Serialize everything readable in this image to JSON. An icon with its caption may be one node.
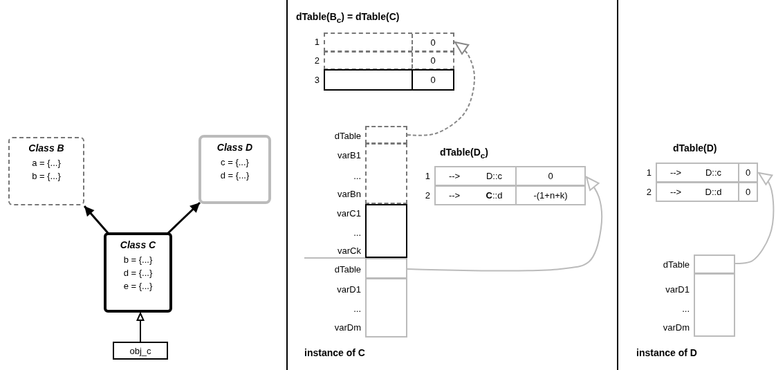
{
  "diagram": {
    "nodes": [
      {
        "text": [
          "Class B",
          "a = {...}",
          "b = {...}"
        ]
      },
      {
        "text": [
          "Class D",
          "c = {...}",
          "d = {...}"
        ]
      },
      {
        "text": [
          "Class C",
          "b = {...}",
          "d = {...}",
          "e = {...}"
        ]
      },
      {
        "text": [
          "obj_c"
        ]
      },
      {
        "text": [
          "dTable(B$_{c}$) = dTable(C)"
        ]
      },
      {
        "text": [
          "0"
        ],
        "beside": [
          "1"
        ],
        "in": 4
      },
      {
        "text": [
          "0"
        ],
        "beside": [
          "2"
        ],
        "in": 4
      },
      {
        "text": [
          "0"
        ],
        "beside": [
          "3"
        ],
        "in": 4
      },
      {
        "text": [],
        "shape": "box",
        "beside": [
          "dTable"
        ]
      },
      {
        "text": [
          "dTable(D$_{c}$)"
        ]
      },
      {
        "text": [
          "-->",
          "D::c",
          "0"
        ],
        "beside": [
          "1"
        ],
        "in": 9
      },
      {
        "text": [
          "-->",
          "**C**::d",
          "-(1+n+k)"
        ],
        "beside": [
          "2"
        ],
        "in": 9
      },
      {
        "text": [],
        "shape": "box",
        "beside": [
          "dTable"
        ]
      },
      {
        "text": [
          "dTable(D)"
        ]
      },
      {
        "text": [
          "-->",
          "D::c",
          "0"
        ],
        "beside": [
          "1"
        ],
        "in": 13
      },
      {
        "text": [
          "-->",
          "D::d",
          "0"
        ],
        "beside": [
          "2"
        ],
        "in": 13
      },
      {
        "text": [],
        "shape": "box",
        "beside": [
          "dTable"
        ]
      },
      {
        "text": [],
        "shape": "box",
        "beside": [
          "varB1",
          "...",
          "varBn"
        ]
      },
      {
        "text": [],
        "shape": "box",
        "beside": [
          "varC1",
          "...",
          "varCk"
        ]
      },
      {
        "text": [],
        "shape": "box",
        "beside": [
          "varD1",
          "...",
          "varDm"
        ]
      },
      {
        "text": [],
        "shape": "box",
        "beside": [
          "varD1",
          "...",
          "varDm"
        ]
      }
    ],
    "edges": [
      {
        "from": 2,
        "to": 0,
        "arrow": "to"
      },
      {
        "from": 2,
        "to": 1,
        "arrow": "to"
      },
      {
        "from": 3,
        "to": 2,
        "arrow": "to"
      },
      {
        "from": 8,
        "to": 5,
        "arrow": "to",
        "style": "dashed",
        "color": "#888888"
      },
      {
        "from": 12,
        "to": 10,
        "arrow": "to",
        "color": "#bbbbbb"
      },
      {
        "from": 16,
        "to": 14,
        "arrow": "to",
        "color": "#bbbbbb"
      }
    ],
    "labels": [
      "instance of C",
      "instance of D"
    ]
  }
}
